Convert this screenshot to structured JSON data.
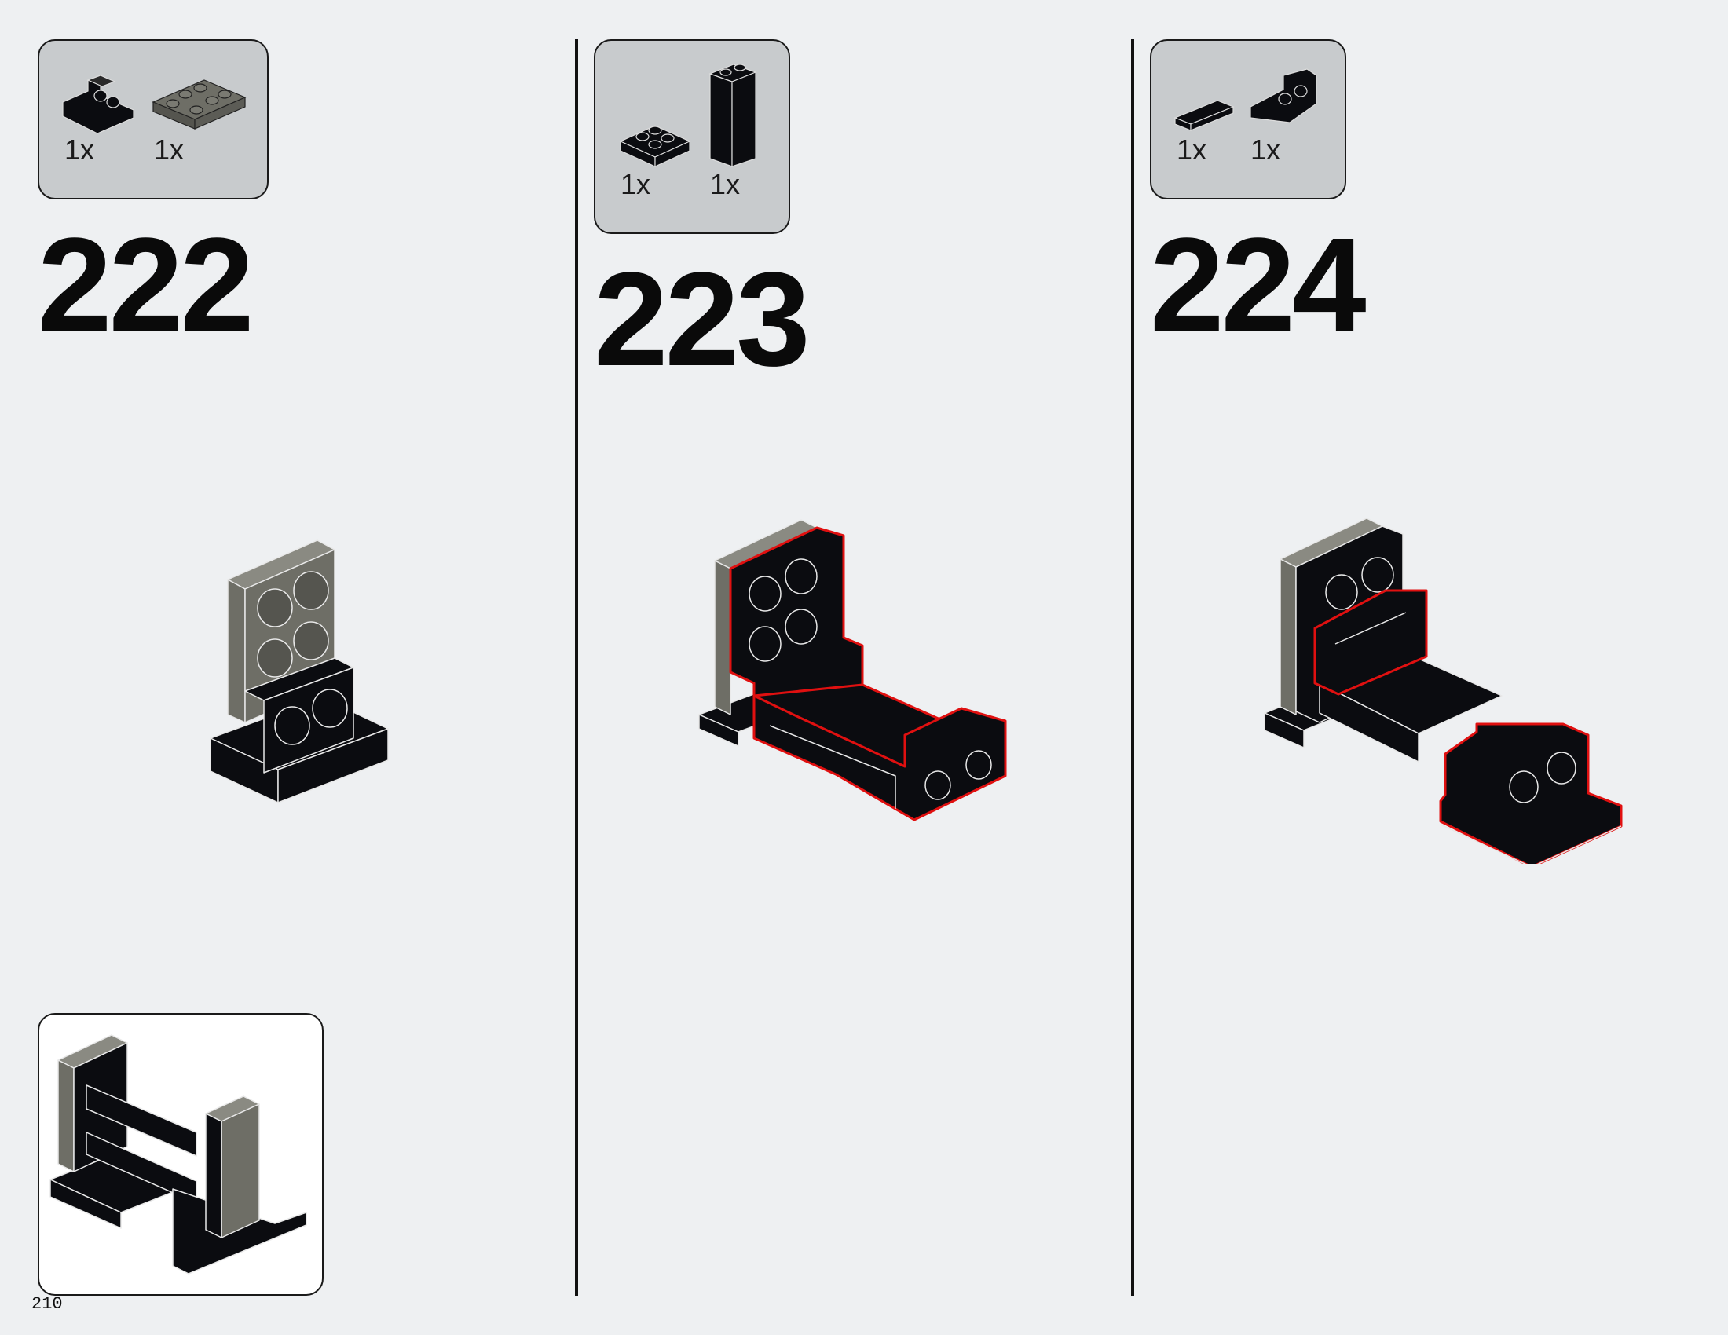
{
  "steps": [
    {
      "number": "222",
      "parts": [
        {
          "qty": "1x",
          "icon": "bracket-icon",
          "color": "black"
        },
        {
          "qty": "1x",
          "icon": "plate-2x3-icon",
          "color": "dark-grey"
        }
      ]
    },
    {
      "number": "223",
      "parts": [
        {
          "qty": "1x",
          "icon": "plate-2x2-icon",
          "color": "black"
        },
        {
          "qty": "1x",
          "icon": "panel-icon",
          "color": "black"
        }
      ]
    },
    {
      "number": "224",
      "parts": [
        {
          "qty": "1x",
          "icon": "tile-1x2-icon",
          "color": "black"
        },
        {
          "qty": "1x",
          "icon": "bracket-icon",
          "color": "black"
        }
      ]
    }
  ],
  "page_number": "210",
  "colors": {
    "background": "#eef0f2",
    "parts_box": "#c8cbcd",
    "brick_black": "#0b0c10",
    "brick_grey": "#6e6e66",
    "highlight": "#e01010"
  }
}
